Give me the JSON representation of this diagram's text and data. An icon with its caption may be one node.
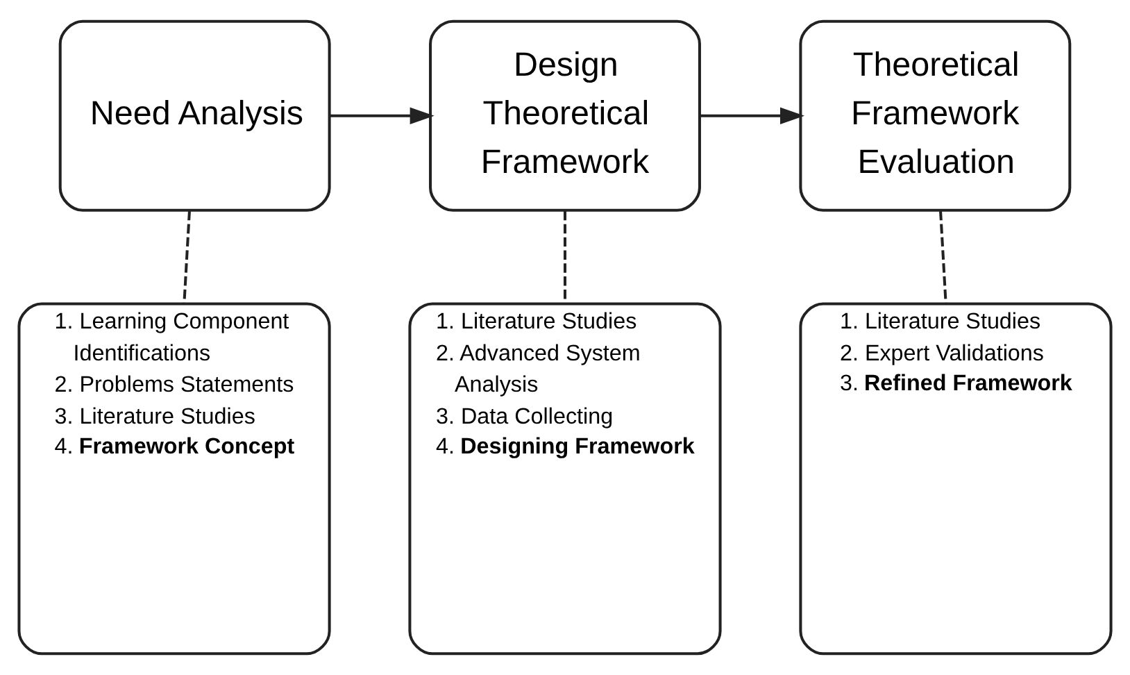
{
  "diagram": {
    "nodes": [
      {
        "text": [
          "Need Analysis"
        ]
      },
      {
        "text": [
          "Design Theoretical Framework"
        ]
      },
      {
        "text": [
          "Theoretical Framework Evaluation"
        ]
      },
      {
        "text": [
          "1. Learning Component Identifications",
          "2. Problems Statements",
          "3. Literature Studies",
          "4. **Framework Concept**"
        ]
      },
      {
        "text": [
          "1. Literature Studies",
          "2. Advanced System Analysis",
          "3. Data Collecting",
          "4. **Designing Framework**"
        ]
      },
      {
        "text": [
          "1. Literature Studies",
          "2. Expert Validations",
          "3. **Refined Framework**"
        ]
      }
    ],
    "edges": [
      {
        "from": 0,
        "to": 1,
        "arrow": "to"
      },
      {
        "from": 1,
        "to": 2,
        "arrow": "to"
      },
      {
        "from": 0,
        "to": 3,
        "arrow": "none",
        "style": "dashed"
      },
      {
        "from": 1,
        "to": 4,
        "arrow": "none",
        "style": "dashed"
      },
      {
        "from": 2,
        "to": 5,
        "arrow": "none",
        "style": "dashed"
      }
    ]
  }
}
